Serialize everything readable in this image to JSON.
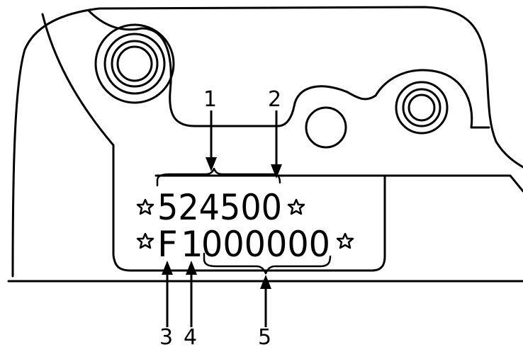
{
  "stamp": {
    "line1": "524500",
    "line2_prefix": "F",
    "line2_digit": "1",
    "line2_serial": "000000"
  },
  "callouts": [
    "1",
    "2",
    "3",
    "4",
    "5"
  ],
  "icons": {
    "stamp_mark": "star-icon"
  }
}
